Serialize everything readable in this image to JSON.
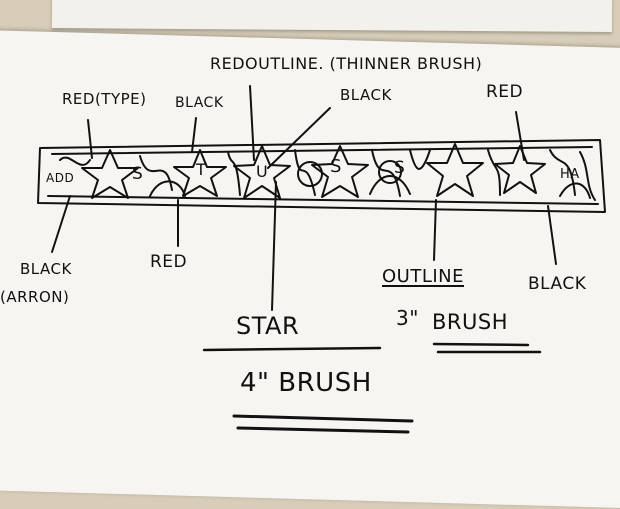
{
  "sketch": {
    "banner_letters": [
      "S",
      "T",
      "U",
      "S",
      "S"
    ],
    "banner_end_labels": {
      "left": "ADD",
      "right": "HA"
    },
    "labels": {
      "red_outline": "REDOUTLINE. (THINNER BRUSH)",
      "red_type": "RED(TYPE)",
      "black_top_left": "BLACK",
      "black_top_center": "BLACK",
      "red_top_right": "RED",
      "black_arron_line1": "BLACK",
      "black_arron_line2": "(ARRON)",
      "red_bottom": "RED",
      "star": "STAR",
      "four_inch_brush": "4\" BRUSH",
      "outline": "OUTLINE",
      "three_inch_brush_num": "3\"",
      "three_inch_brush_word": "BRUSH",
      "black_right": "BLACK"
    }
  },
  "colors": {
    "ink": "#111111",
    "paper": "#f6f5f2",
    "table": "#d7cdb8"
  }
}
